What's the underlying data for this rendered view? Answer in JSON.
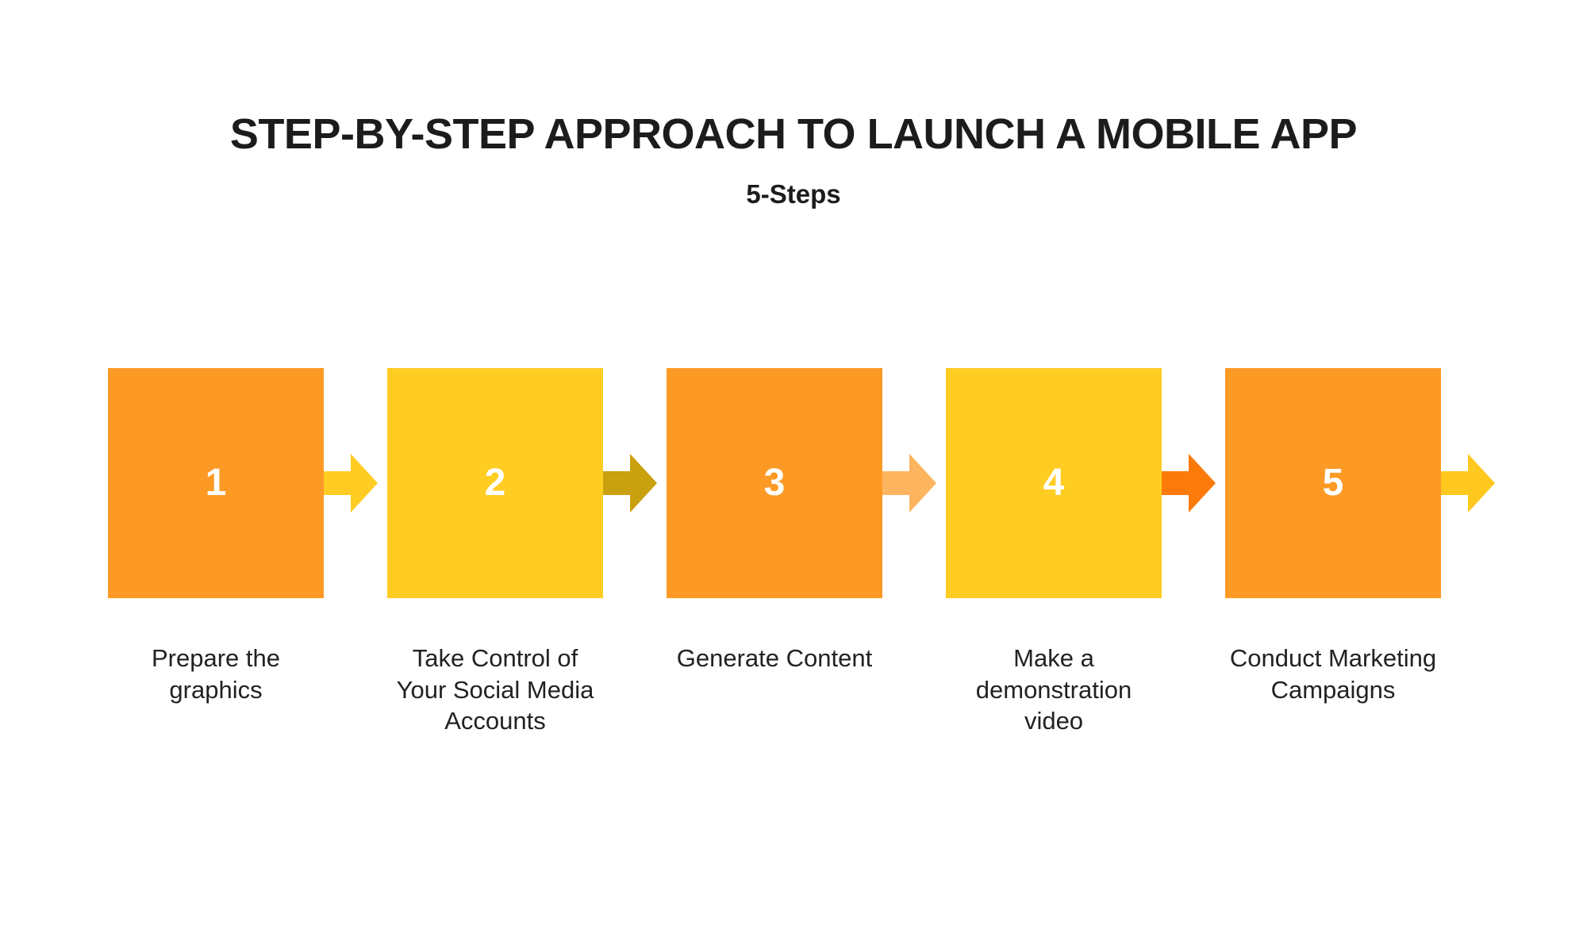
{
  "header": {
    "title": "STEP-BY-STEP APPROACH TO LAUNCH A MOBILE APP",
    "subtitle": "5-Steps"
  },
  "colors": {
    "background": "#ffffff",
    "title_text": "#1c1c1c",
    "caption_text": "#222222",
    "number_text": "#ffffff",
    "box_orange": "#fd9a26",
    "box_yellow": "#ffcc22",
    "arrow_yellow": "#ffcc22",
    "arrow_dark_gold": "#c9a00d",
    "arrow_light_orange": "#fcb45e",
    "arrow_deep_orange": "#fc7a0a",
    "arrow_gold": "#ffc81e"
  },
  "steps": [
    {
      "number": "1",
      "caption": "Prepare the graphics",
      "box_color": "#fd9a26",
      "arrow_color": "#ffcc22",
      "arrow_name": "arrow-right-icon-1"
    },
    {
      "number": "2",
      "caption": "Take Control of Your Social Media Accounts",
      "box_color": "#ffcc22",
      "arrow_color": "#c9a00d",
      "arrow_name": "arrow-right-icon-2"
    },
    {
      "number": "3",
      "caption": "Generate Content",
      "box_color": "#fd9a26",
      "arrow_color": "#fcb45e",
      "arrow_name": "arrow-right-icon-3"
    },
    {
      "number": "4",
      "caption": "Make a demonstration video",
      "box_color": "#ffcc22",
      "arrow_color": "#fc7a0a",
      "arrow_name": "arrow-right-icon-4"
    },
    {
      "number": "5",
      "caption": "Conduct Marketing Campaigns",
      "box_color": "#fd9a26",
      "arrow_color": "#ffc81e",
      "arrow_name": "arrow-right-icon-5"
    }
  ]
}
